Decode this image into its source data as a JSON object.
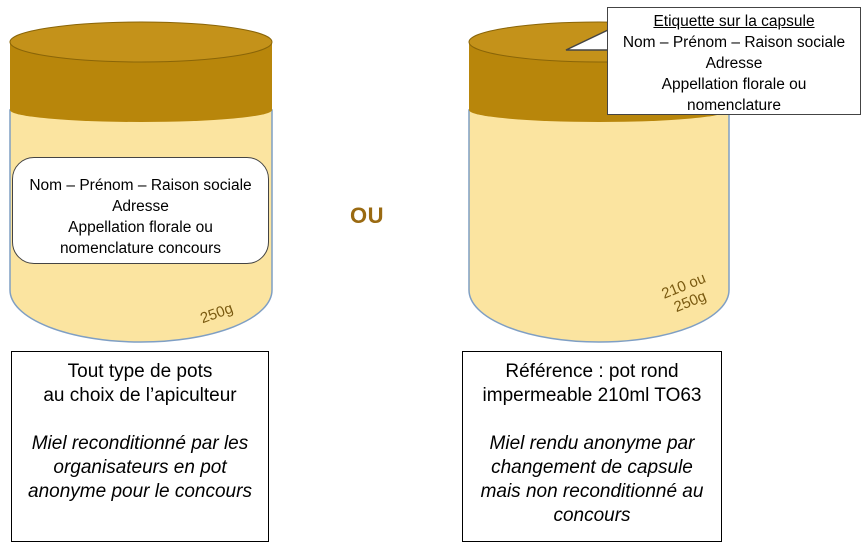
{
  "jar_left": {
    "label_lines": [
      "Nom – Prénom – Raison sociale",
      "Adresse",
      "Appellation florale ou",
      "nomenclature concours"
    ],
    "weight": "250g"
  },
  "jar_right": {
    "cap_label_title": "Etiquette sur la capsule",
    "cap_label_lines": [
      "Nom – Prénom – Raison sociale",
      "Adresse",
      "Appellation florale ou",
      "nomenclature"
    ],
    "weight_lines": [
      "210 ou",
      "250g"
    ]
  },
  "separator": "OU",
  "desc_left": {
    "lines": [
      "Tout type de pots",
      "au choix de l’apiculteur"
    ],
    "italic_lines": [
      "Miel reconditionné par les",
      "organisateurs en pot",
      "anonyme pour le concours"
    ]
  },
  "desc_right": {
    "lines": [
      "Référence : pot rond",
      "impermeable 210ml TO63"
    ],
    "italic_lines": [
      "Miel rendu anonyme par",
      "changement de capsule",
      "mais non reconditionné au",
      "concours"
    ]
  },
  "colors": {
    "jar_body": "#fbe4a0",
    "cap": "#b8860b",
    "cap_top": "#c4921a",
    "outline": "#7f9fc4",
    "ou_text": "#9a6a12"
  }
}
